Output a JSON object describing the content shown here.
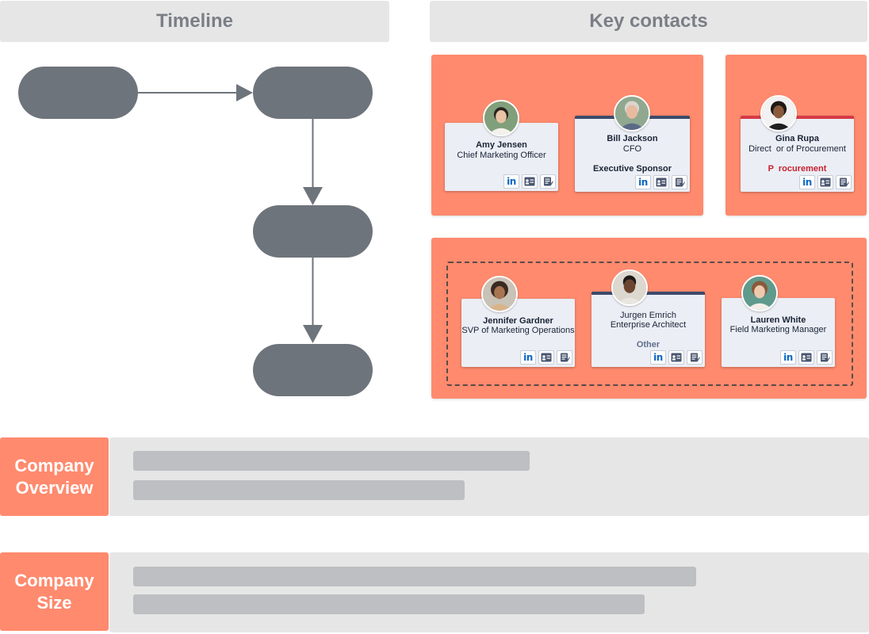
{
  "timeline": {
    "title": "Timeline"
  },
  "contacts": {
    "title": "Key contacts",
    "people": [
      {
        "name": "Amy Jensen",
        "title": "Chief Marketing Officer",
        "role": ""
      },
      {
        "name": "Bill Jackson",
        "title": "CFO",
        "role": "Executive Sponsor"
      },
      {
        "name": "Gina Rupa",
        "title": "Direct  or of Procurement",
        "role": "P  rocurement"
      },
      {
        "name": "Jennifer Gardner",
        "title": "SVP of Marketing Operations",
        "role": ""
      },
      {
        "name": "Jurgen Emrich",
        "title": "Enterprise Architect",
        "role": "Other"
      },
      {
        "name": "Lauren White",
        "title": "Field Marketing Manager",
        "role": ""
      }
    ],
    "card_icons": [
      "linkedin-icon",
      "contact-card-icon",
      "notes-icon"
    ],
    "linkedin_glyph": "in"
  },
  "company_overview": {
    "label": "Company Overview"
  },
  "company_size": {
    "label": "Company Size"
  },
  "colors": {
    "accent": "#ff8a6e",
    "pill": "#6e747b",
    "header_bg": "#e6e6e6",
    "placeholder_bar": "#bdbfc2",
    "navy_top": "#3c4a6b",
    "red_top": "#d63a45",
    "procurement_text": "#c8202d"
  }
}
